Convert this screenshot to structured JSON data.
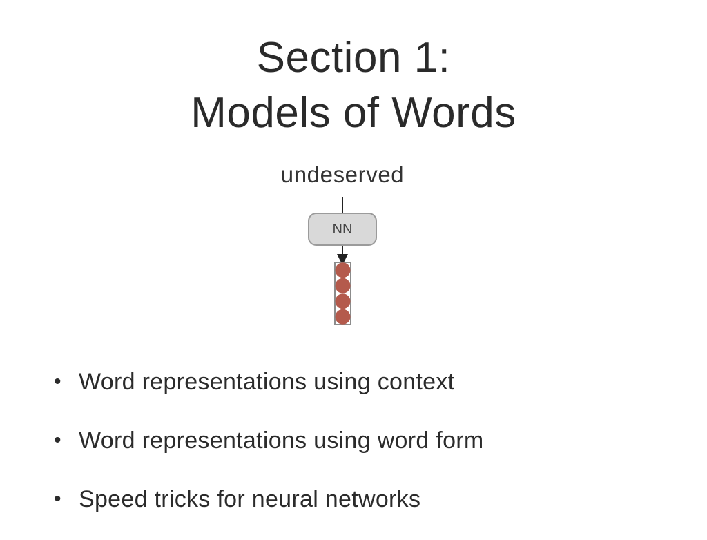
{
  "slide": {
    "title_line1": "Section 1:",
    "title_line2": "Models of Words"
  },
  "diagram": {
    "input_word": "undeserved",
    "model_label": "NN",
    "vector_size": 4,
    "colors": {
      "box_fill": "#d9d9d9",
      "box_border": "#9b9b9b",
      "vector_cell": "#b45a4c",
      "vector_border": "#8c8c8c",
      "arrow": "#222222"
    }
  },
  "bullets": [
    {
      "text": "Word representations using context"
    },
    {
      "text": "Word representations using word form"
    },
    {
      "text": "Speed tricks for neural networks"
    }
  ],
  "bullet_glyph": "•"
}
